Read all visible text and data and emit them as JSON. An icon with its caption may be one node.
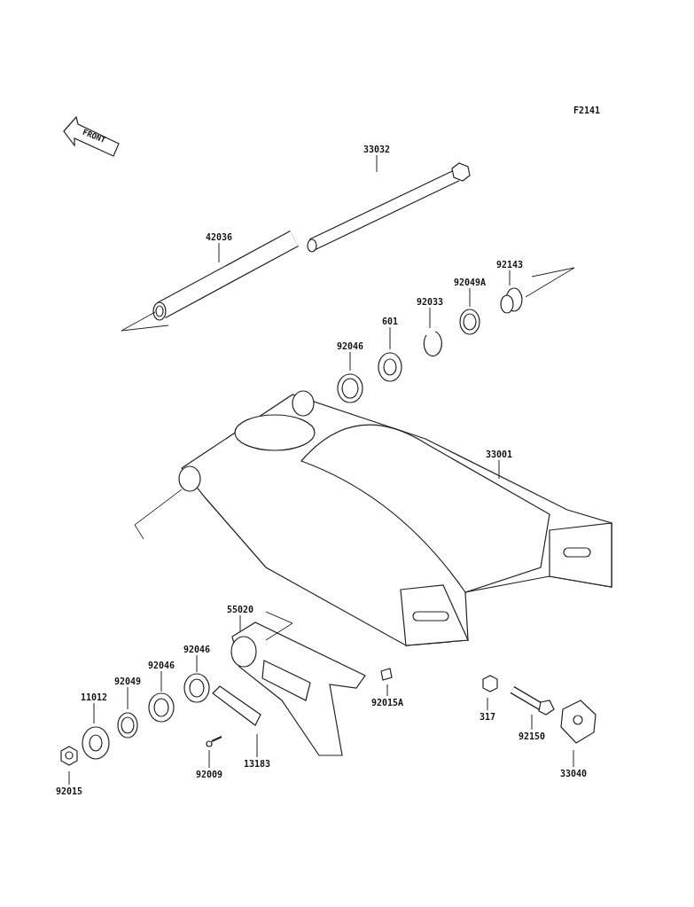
{
  "diagram": {
    "nodes": [
      {
        "text": [
          "33032"
        ]
      },
      {
        "text": [
          "42036"
        ]
      },
      {
        "text": [
          "92143"
        ]
      },
      {
        "text": [
          "92049A"
        ]
      },
      {
        "text": [
          "92033"
        ]
      },
      {
        "text": [
          "601"
        ]
      },
      {
        "text": [
          "92046"
        ]
      },
      {
        "text": [
          "33001"
        ]
      },
      {
        "text": [
          "55020"
        ]
      },
      {
        "text": [
          "92046"
        ]
      },
      {
        "text": [
          "92046"
        ]
      },
      {
        "text": [
          "92049"
        ]
      },
      {
        "text": [
          "11012"
        ]
      },
      {
        "text": [
          "92015A"
        ]
      },
      {
        "text": [
          "317"
        ]
      },
      {
        "text": [
          "92150"
        ]
      },
      {
        "text": [
          "13183"
        ]
      },
      {
        "text": [
          "92009"
        ]
      },
      {
        "text": [
          "33040"
        ]
      },
      {
        "text": [
          "92015"
        ]
      }
    ],
    "edges": [
      {
        "from": 0,
        "to": null,
        "arrow": "none"
      },
      {
        "from": 1,
        "to": null,
        "arrow": "none"
      },
      {
        "from": 2,
        "to": null,
        "arrow": "none"
      },
      {
        "from": 3,
        "to": null,
        "arrow": "none"
      },
      {
        "from": 4,
        "to": null,
        "arrow": "none"
      },
      {
        "from": 5,
        "to": null,
        "arrow": "none"
      },
      {
        "from": 6,
        "to": null,
        "arrow": "none"
      },
      {
        "from": 7,
        "to": null,
        "arrow": "none"
      },
      {
        "from": 8,
        "to": null,
        "arrow": "none"
      },
      {
        "from": 9,
        "to": null,
        "arrow": "none"
      },
      {
        "from": 10,
        "to": null,
        "arrow": "none"
      },
      {
        "from": 11,
        "to": null,
        "arrow": "none"
      },
      {
        "from": 12,
        "to": null,
        "arrow": "none"
      },
      {
        "from": 13,
        "to": null,
        "arrow": "none"
      },
      {
        "from": 14,
        "to": null,
        "arrow": "none"
      },
      {
        "from": 15,
        "to": null,
        "arrow": "none"
      },
      {
        "from": 16,
        "to": null,
        "arrow": "none"
      },
      {
        "from": 17,
        "to": null,
        "arrow": "none"
      },
      {
        "from": 18,
        "to": null,
        "arrow": "none"
      },
      {
        "from": 19,
        "to": null,
        "arrow": "none"
      }
    ],
    "labels": [
      "F2141",
      "FRONT"
    ]
  }
}
